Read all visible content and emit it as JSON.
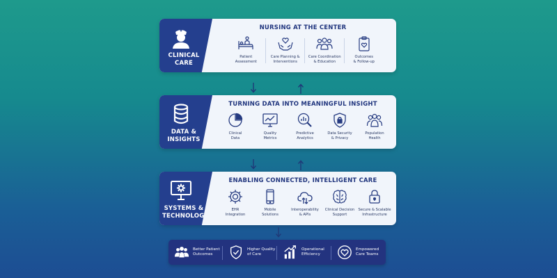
{
  "layers": [
    {
      "side_label_1": "CLINICAL",
      "side_label_2": "CARE",
      "title": "NURSING AT THE CENTER",
      "items": [
        {
          "l1": "Patient",
          "l2": "Assessment"
        },
        {
          "l1": "Care Planning &",
          "l2": "Interventions"
        },
        {
          "l1": "Care Coordination",
          "l2": "& Education"
        },
        {
          "l1": "Outcomes",
          "l2": "& Follow-up"
        }
      ]
    },
    {
      "side_label_1": "DATA &",
      "side_label_2": "INSIGHTS",
      "title": "TURNING DATA INTO MEANINGFUL INSIGHT",
      "items": [
        {
          "l1": "Clinical",
          "l2": "Data"
        },
        {
          "l1": "Quality",
          "l2": "Metrics"
        },
        {
          "l1": "Predictive",
          "l2": "Analytics"
        },
        {
          "l1": "Data Security",
          "l2": "& Privacy"
        },
        {
          "l1": "Population",
          "l2": "Health"
        }
      ]
    },
    {
      "side_label_1": "SYSTEMS &",
      "side_label_2": "TECHNOLOGY",
      "title": "ENABLING CONNECTED, INTELLIGENT CARE",
      "items": [
        {
          "l1": "EHR",
          "l2": "Integration"
        },
        {
          "l1": "Mobile",
          "l2": "Solutions"
        },
        {
          "l1": "Interoperability",
          "l2": "& APIs"
        },
        {
          "l1": "Clinical Decision",
          "l2": "Support"
        },
        {
          "l1": "Secure & Scalable",
          "l2": "Infrastructure"
        }
      ]
    }
  ],
  "outcomes": [
    {
      "l1": "Better Patient",
      "l2": "Outcomes"
    },
    {
      "l1": "Higher Quality",
      "l2": "of Care"
    },
    {
      "l1": "Operational",
      "l2": "Efficiency"
    },
    {
      "l1": "Empowered",
      "l2": "Care Teams"
    }
  ],
  "colors": {
    "navy": "#243f8e",
    "panel": "#f1f5fb",
    "ink": "#20357e",
    "bottom": "#23337f"
  }
}
